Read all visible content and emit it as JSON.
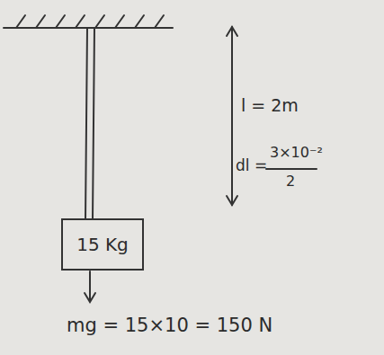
{
  "diagram": {
    "nodes": [
      {
        "text": [
          "15 Kg"
        ]
      }
    ],
    "labels": [
      "l = 2m",
      "dl =",
      "3×10⁻²",
      "2",
      "mg = 15×10 = 150 N"
    ]
  }
}
